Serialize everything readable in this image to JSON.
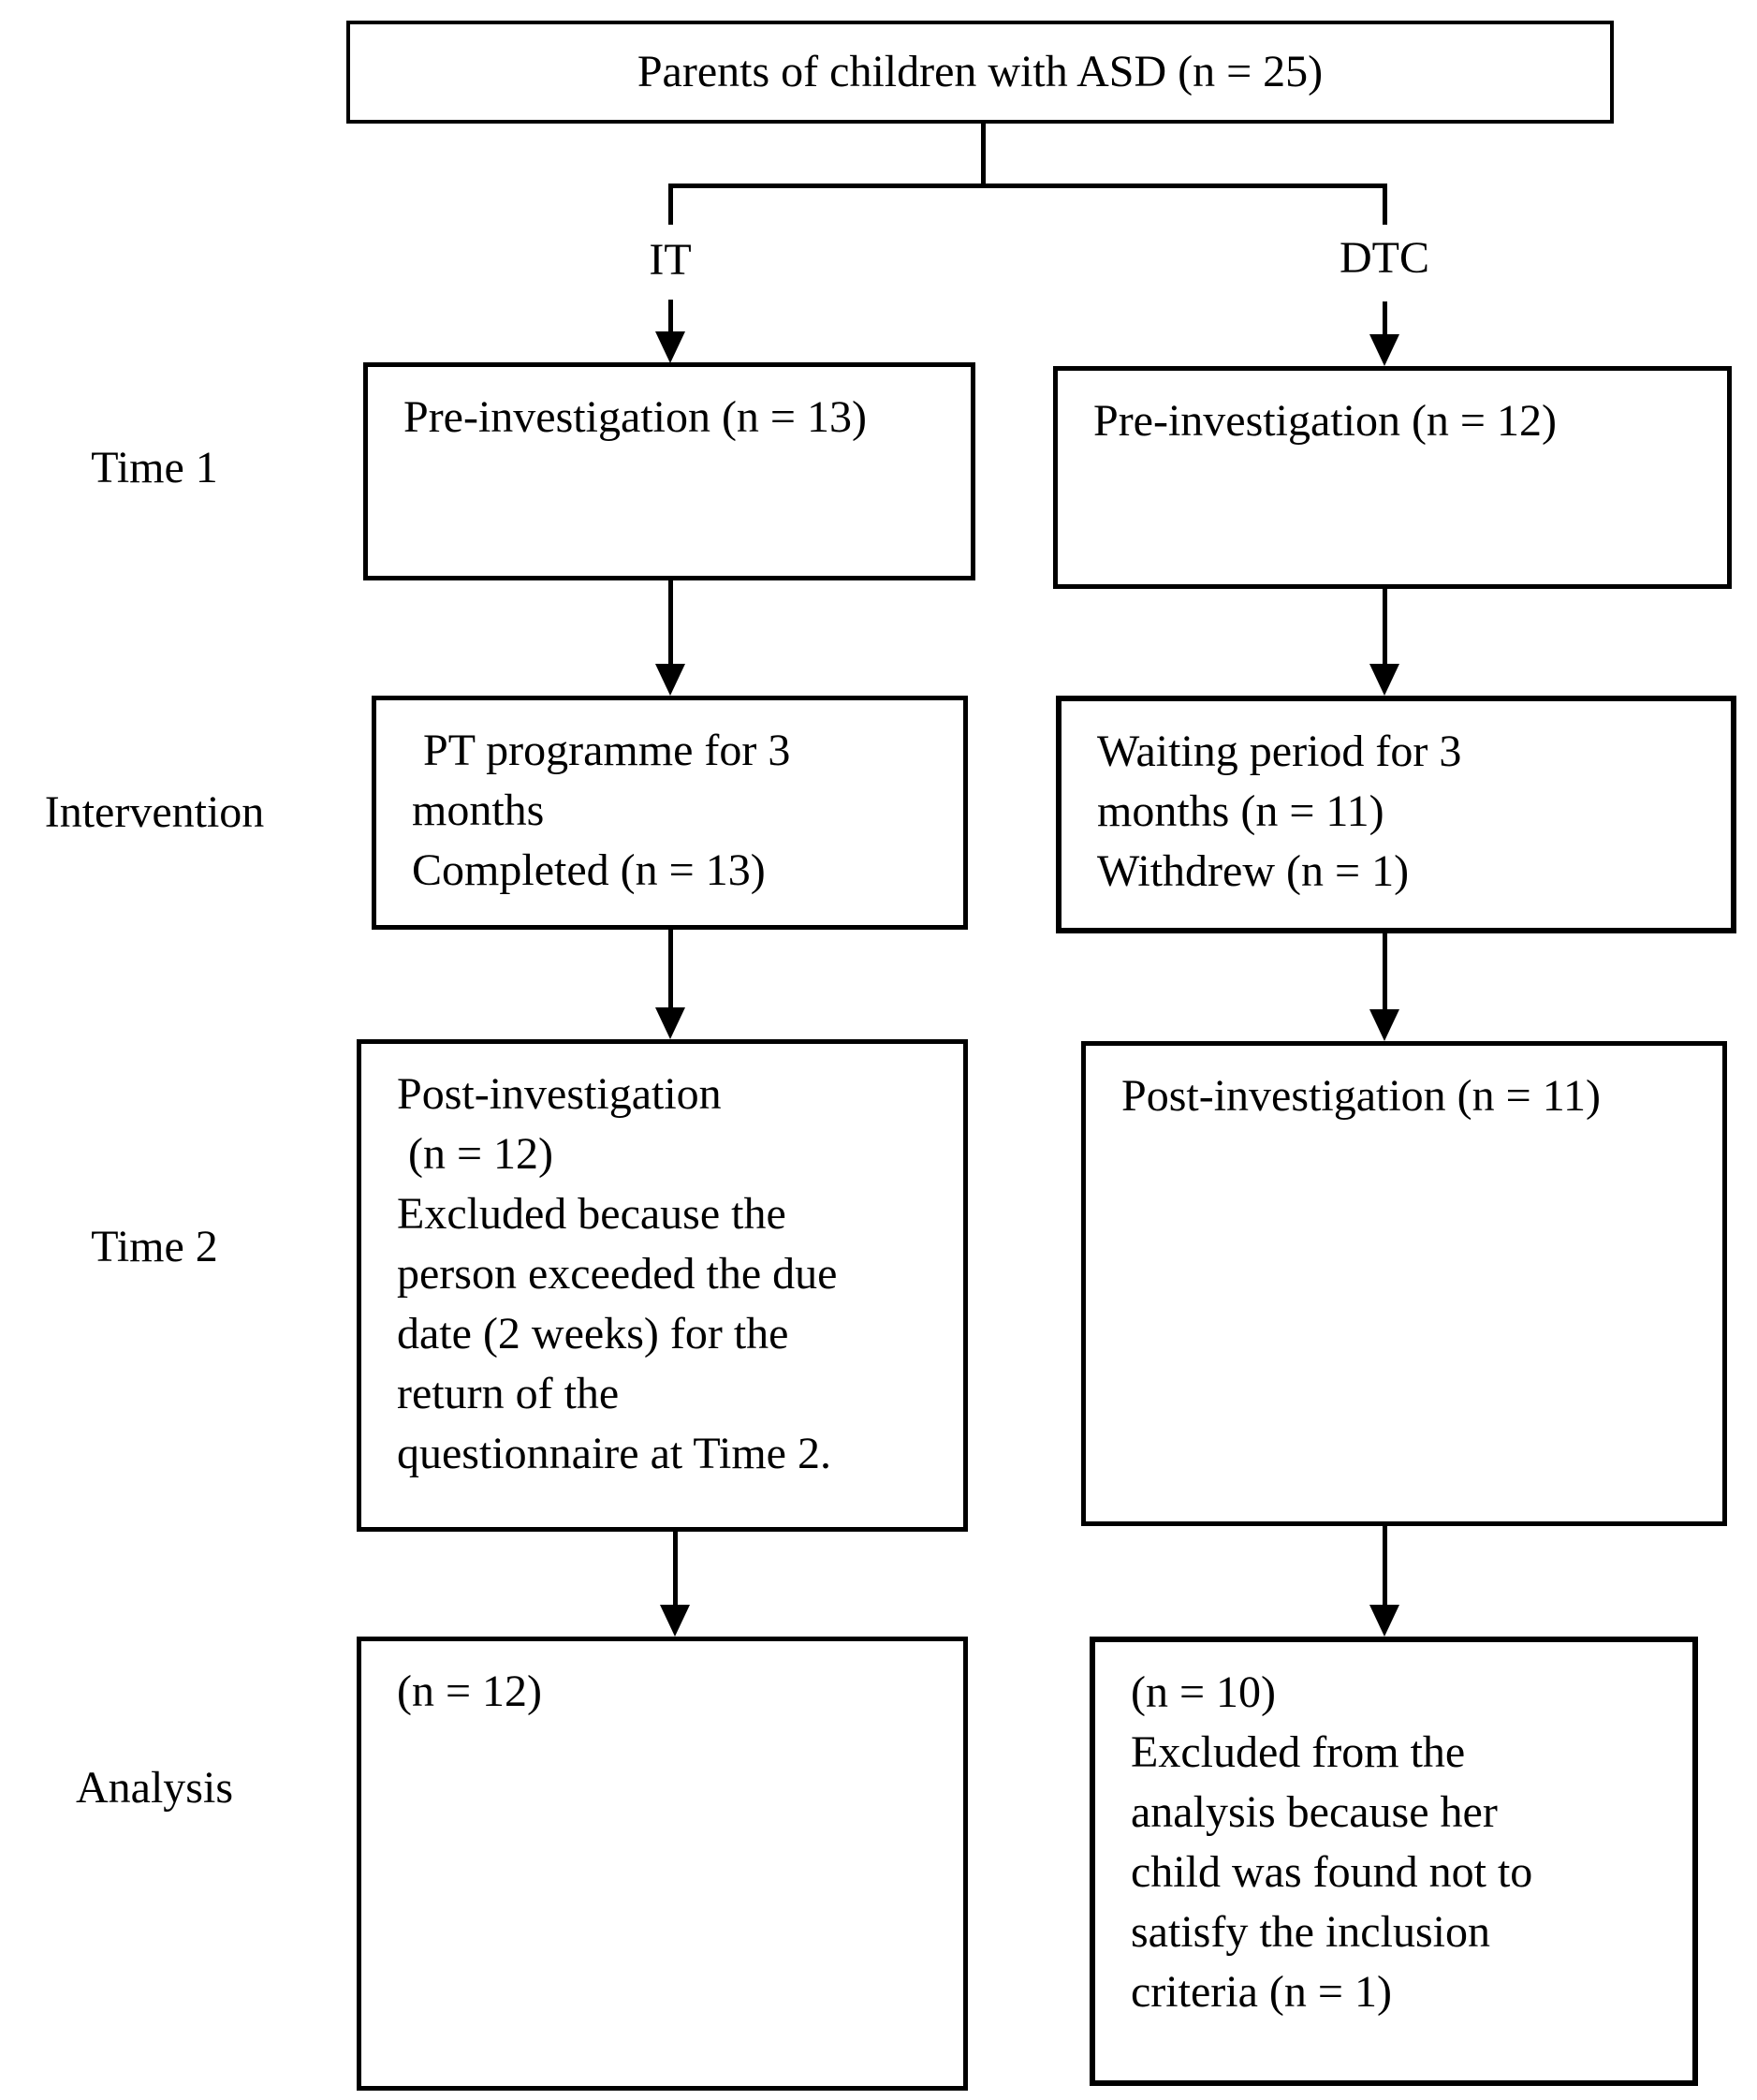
{
  "figure": {
    "colors": {
      "line": "#000000",
      "text": "#000000",
      "background": "#ffffff"
    },
    "top_box": {
      "text": "Parents of children with ASD (n = 25)"
    },
    "branch_labels": {
      "it": "IT",
      "dtc": "DTC"
    },
    "row_labels": {
      "time1": "Time 1",
      "intervention": "Intervention",
      "time2": "Time 2",
      "analysis": "Analysis"
    },
    "boxes": {
      "it_time1": "Pre-investigation (n = 13)",
      "dtc_time1": "Pre-investigation (n = 12)",
      "it_intervention": " PT programme for 3\nmonths\nCompleted (n = 13)",
      "dtc_intervention": "Waiting period for 3\nmonths (n = 11)\nWithdrew (n = 1)",
      "it_time2": "Post-investigation\n (n = 12)\nExcluded because the\nperson exceeded the due\ndate (2 weeks) for the\nreturn of the\nquestionnaire at Time 2.",
      "dtc_time2": "Post-investigation (n = 11)",
      "it_analysis": "(n = 12)",
      "dtc_analysis": "(n = 10)\nExcluded from the\nanalysis because her\nchild was found not to\nsatisfy the inclusion\ncriteria (n = 1)"
    }
  }
}
